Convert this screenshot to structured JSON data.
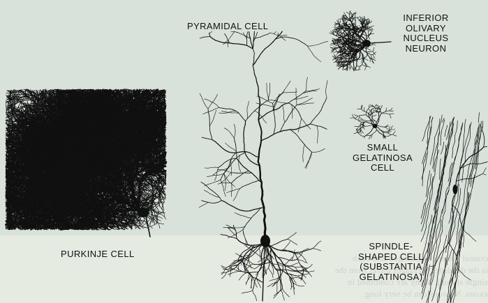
{
  "labels": {
    "pyramidal": "PYRAMIDAL CELL",
    "inferior": "INFERIOR\nOLIVARY\nNUCLEUS\nNEURON",
    "small": "SMALL\nGELATINOSA\nCELL",
    "purkinje": "PURKINJE CELL",
    "spindle": "SPINDLE-\nSHAPED CELL\n(SUBSTANTIA\nGELATINOSA)"
  },
  "bleed_text": "cranial stimuli, is changed into each\nis the dendrite. Messages travel from the\nsingle stimuli. Many are combined in\naxons. Neurons can be very long",
  "colors": {
    "background": "#d9e2da",
    "ink": "#111111",
    "lower_band": "#e6ebe2"
  }
}
